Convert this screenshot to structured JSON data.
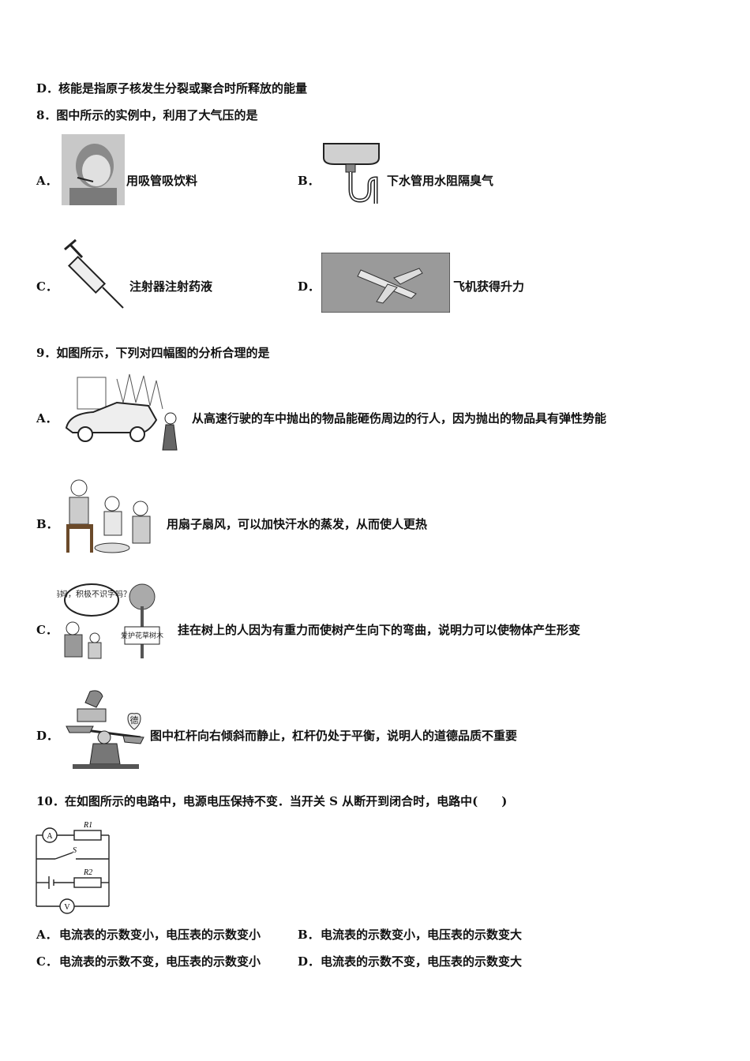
{
  "q7": {
    "option_d": "D．核能是指原子核发生分裂或聚合时所释放的能量"
  },
  "q8": {
    "stem": "8．图中所示的实例中，利用了大气压的是",
    "options": [
      {
        "label": "A．",
        "text": "用吸管吸饮料"
      },
      {
        "label": "B．",
        "text": "下水管用水阻隔臭气"
      },
      {
        "label": "C．",
        "text": "注射器注射药液"
      },
      {
        "label": "D．",
        "text": "飞机获得升力"
      }
    ]
  },
  "q9": {
    "stem": "9．如图所示，下列对四幅图的分析合理的是",
    "options": [
      {
        "label": "A．",
        "text": "从高速行驶的车中抛出的物品能砸伤周边的行人，因为抛出的物品具有弹性势能"
      },
      {
        "label": "B．",
        "text": "用扇子扇风，可以加快汗水的蒸发，从而使人更热"
      },
      {
        "label": "C．",
        "text": "挂在树上的人因为有重力而使树产生向下的弯曲，说明力可以使物体产生形变"
      },
      {
        "label": "D．",
        "text": "图中杠杆向右倾斜而静止，杠杆仍处于平衡，说明人的道德品质不重要"
      }
    ],
    "fig_c_bubble": "妈妈，积极不识字吗？",
    "fig_c_sign": "爱护花草树木",
    "fig_d_badge": "德"
  },
  "q10": {
    "stem": "10．在如图所示的电路中，电源电压保持不变．当开关 S 从断开到闭合时，电路中(　　)",
    "circuit": {
      "ammeter": "A",
      "voltmeter": "V",
      "switch": "S",
      "r1": "R1",
      "r2": "R2"
    },
    "options": [
      {
        "label": "A．",
        "text": "电流表的示数变小，电压表的示数变小"
      },
      {
        "label": "B．",
        "text": "电流表的示数变小，电压表的示数变大"
      },
      {
        "label": "C．",
        "text": "电流表的示数不变，电压表的示数变小"
      },
      {
        "label": "D．",
        "text": "电流表的示数不变，电压表的示数变大"
      }
    ]
  }
}
